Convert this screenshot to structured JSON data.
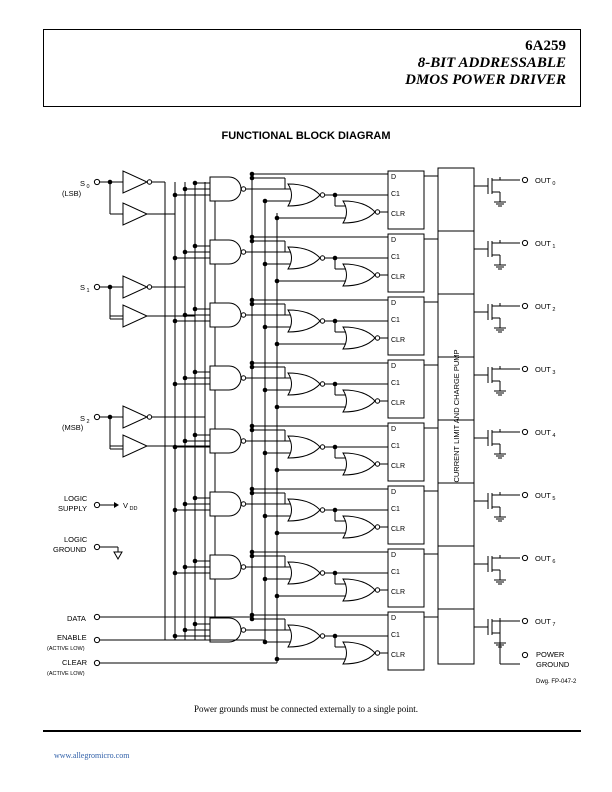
{
  "header": {
    "part_number": "6A259",
    "title_line1": "8-BIT ADDRESSABLE",
    "title_line2": "DMOS POWER DRIVER"
  },
  "diagram": {
    "title": "FUNCTIONAL BLOCK DIAGRAM",
    "inputs": {
      "s0": "S",
      "s0_sub": "0",
      "s0_note": "(LSB)",
      "s1": "S",
      "s1_sub": "1",
      "s2": "S",
      "s2_sub": "2",
      "s2_note": "(MSB)",
      "logic_supply": [
        "LOGIC",
        "SUPPLY"
      ],
      "vdd": "V",
      "vdd_sub": "DD",
      "logic_ground": [
        "LOGIC",
        "GROUND"
      ],
      "data": "DATA",
      "enable": "ENABLE",
      "enable_note": "(ACTIVE LOW)",
      "clear": "CLEAR",
      "clear_note": "(ACTIVE LOW)"
    },
    "latch_labels": {
      "d": "D",
      "c1": "C1",
      "clr": "CLR"
    },
    "charge_pump": "CURRENT LIMIT AND CHARGE PUMP",
    "outputs": [
      "0",
      "1",
      "2",
      "3",
      "4",
      "5",
      "6",
      "7"
    ],
    "output_prefix": "OUT",
    "power_ground": [
      "POWER",
      "GROUND"
    ],
    "drawing_number": "Dwg. FP-047-2"
  },
  "note": "Power grounds must be connected externally to a single point.",
  "footer": {
    "url": "www.allegromicro.com"
  }
}
